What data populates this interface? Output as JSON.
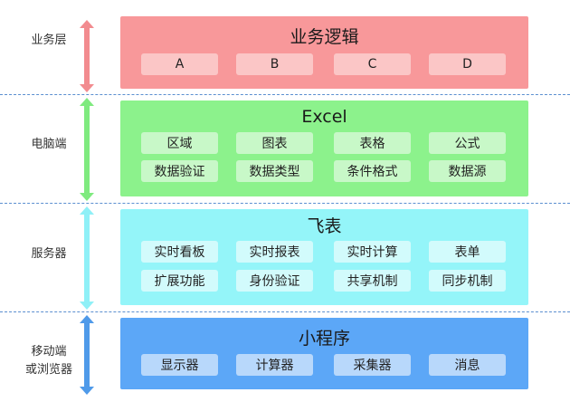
{
  "layers": [
    {
      "key": "business",
      "side_label": [
        "业务层"
      ],
      "title": "业务逻辑",
      "items": [
        "A",
        "B",
        "C",
        "D"
      ],
      "colors": {
        "panel": "#f8989a",
        "chip": "#fbc6c6",
        "arrow": "#f28b8f"
      }
    },
    {
      "key": "pc",
      "side_label": [
        "电脑端"
      ],
      "title": "Excel",
      "items": [
        "区域",
        "图表",
        "表格",
        "公式",
        "数据验证",
        "数据类型",
        "条件格式",
        "数据源"
      ],
      "colors": {
        "panel": "#8cf28c",
        "chip": "#c8f8c8",
        "arrow": "#7fea7f"
      }
    },
    {
      "key": "server",
      "side_label": [
        "服务器"
      ],
      "title": "飞表",
      "items": [
        "实时看板",
        "实时报表",
        "实时计算",
        "表单",
        "扩展功能",
        "身份验证",
        "共享机制",
        "同步机制"
      ],
      "colors": {
        "panel": "#94f5f9",
        "chip": "#d2fbfc",
        "arrow": "#8ff0f7"
      }
    },
    {
      "key": "mobile",
      "side_label": [
        "移动端",
        "或浏览器"
      ],
      "title": "小程序",
      "items": [
        "显示器",
        "计算器",
        "采集器",
        "消息"
      ],
      "colors": {
        "panel": "#5ca7f7",
        "chip": "#b8d8fb",
        "arrow": "#4f9ae9"
      }
    }
  ],
  "divider_color": "#5b8fd0"
}
